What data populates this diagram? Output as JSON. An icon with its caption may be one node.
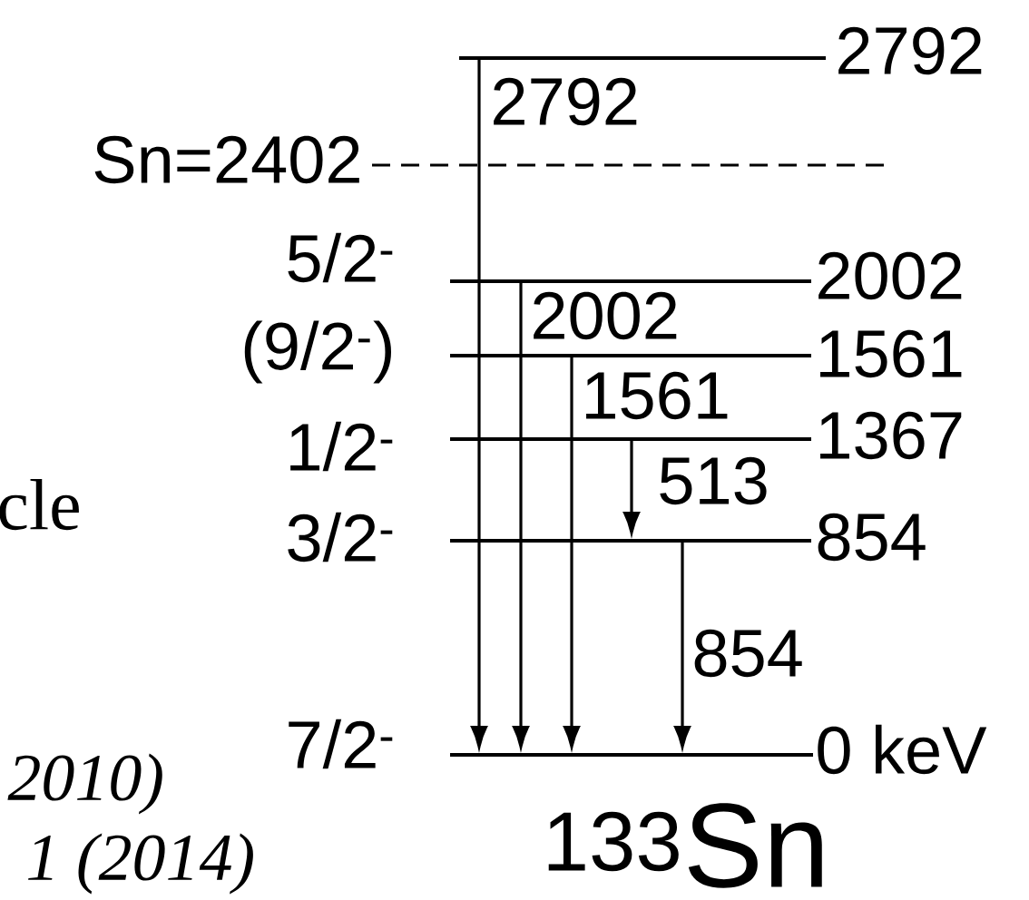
{
  "diagram": {
    "nodes": [
      {
        "text": [],
        "shape": "bar",
        "beside": [
          "2792"
        ]
      },
      {
        "text": [],
        "shape": "bar",
        "beside": [
          "Sn=2402"
        ]
      },
      {
        "text": [],
        "shape": "bar",
        "beside": [
          "5/2$^{-}$",
          "2002"
        ]
      },
      {
        "text": [],
        "shape": "bar",
        "beside": [
          "(9/2$^{-}$)",
          "1561"
        ]
      },
      {
        "text": [],
        "shape": "bar",
        "beside": [
          "1/2$^{-}$",
          "1367"
        ]
      },
      {
        "text": [],
        "shape": "bar",
        "beside": [
          "3/2$^{-}$",
          "854"
        ]
      },
      {
        "text": [],
        "shape": "bar",
        "beside": [
          "7/2$^{-}$",
          "0 keV"
        ]
      }
    ],
    "edges": [
      {
        "from": 0,
        "to": 6,
        "arrow": "to",
        "label": "2792"
      },
      {
        "from": 2,
        "to": 6,
        "arrow": "to",
        "label": "2002"
      },
      {
        "from": 3,
        "to": 6,
        "arrow": "to",
        "label": "1561"
      },
      {
        "from": 4,
        "to": 5,
        "arrow": "to",
        "label": "513"
      },
      {
        "from": 5,
        "to": 6,
        "arrow": "to",
        "label": "854"
      }
    ],
    "labels": [
      "$^{133}$Sn",
      "cle",
      "2010)",
      "1 (2014)"
    ]
  }
}
